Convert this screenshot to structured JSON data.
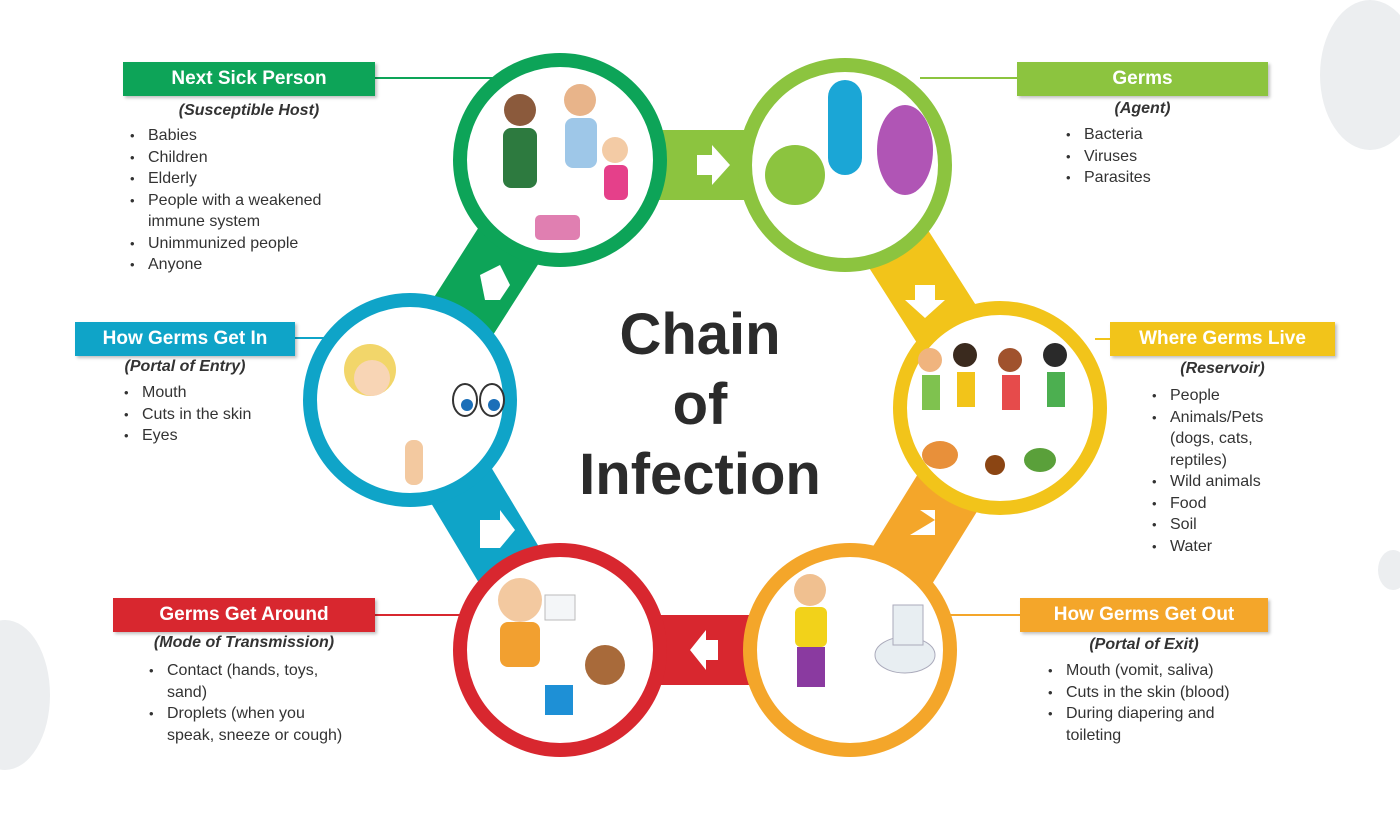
{
  "title": "Chain of Infection",
  "colors": {
    "green": "#0da458",
    "lightgreen": "#8cc43f",
    "yellow": "#f2c41a",
    "orange": "#f4a62a",
    "red": "#d8272f",
    "blue": "#0fa4c8"
  },
  "sections": {
    "host": {
      "label": "Next Sick Person",
      "subtitle": "(Susceptible Host)",
      "items": [
        "Babies",
        "Children",
        "Elderly",
        "People with a weakened immune system",
        "Unimmunized people",
        "Anyone"
      ]
    },
    "agent": {
      "label": "Germs",
      "subtitle": "(Agent)",
      "items": [
        "Bacteria",
        "Viruses",
        "Parasites"
      ]
    },
    "reservoir": {
      "label": "Where Germs Live",
      "subtitle": "(Reservoir)",
      "items": [
        "People",
        "Animals/Pets (dogs, cats, reptiles)",
        "Wild animals",
        "Food",
        "Soil",
        "Water"
      ]
    },
    "exit": {
      "label": "How Germs Get Out",
      "subtitle": "(Portal of Exit)",
      "items": [
        "Mouth (vomit, saliva)",
        "Cuts in the skin (blood)",
        "During diapering and toileting"
      ]
    },
    "transmission": {
      "label": "Germs Get Around",
      "subtitle": "(Mode of Transmission)",
      "items": [
        "Contact (hands, toys, sand)",
        "Droplets (when you speak, sneeze or cough)"
      ]
    },
    "entry": {
      "label": "How Germs Get In",
      "subtitle": "(Portal of Entry)",
      "items": [
        "Mouth",
        "Cuts in the skin",
        "Eyes"
      ]
    }
  }
}
